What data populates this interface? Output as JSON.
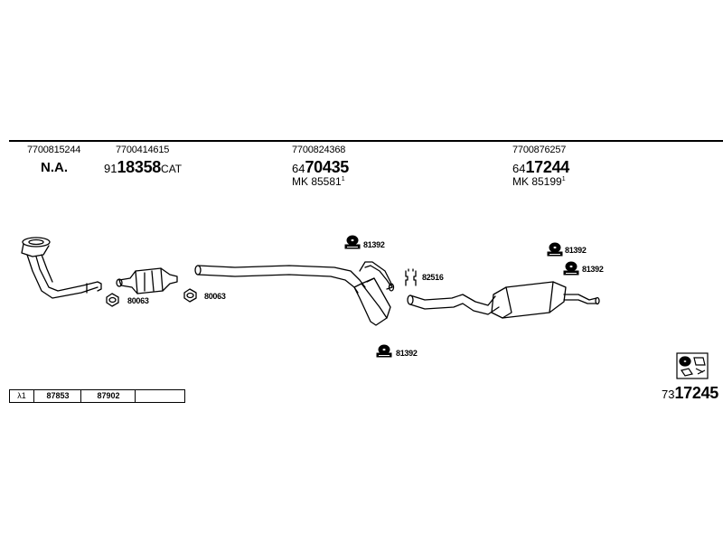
{
  "parts": {
    "downpipe_number": "7700815244",
    "downpipe_status": "N.A.",
    "catalyst_number": "7700414615",
    "catalyst_prefix": "91",
    "catalyst_main": "18358",
    "catalyst_suffix": "CAT",
    "middle_number": "7700824368",
    "middle_prefix": "64",
    "middle_main": "70435",
    "middle_mk": "MK 85581",
    "middle_mk_sup": "1",
    "rear_number": "7700876257",
    "rear_prefix": "64",
    "rear_main": "17244",
    "rear_mk": "MK 85199",
    "rear_mk_sup": "1"
  },
  "fittings": {
    "gasket_1": "80063",
    "gasket_2": "80063",
    "hanger_mid_top": "81392",
    "clamp_mid": "82516",
    "hanger_mid_bottom": "81392",
    "hanger_rear_1": "81392",
    "hanger_rear_2": "81392"
  },
  "table": {
    "lambda": "λ1",
    "cell_1": "87853",
    "cell_2": "87902"
  },
  "set_number": {
    "prefix": "73",
    "main": "17245"
  },
  "icons": [
    "kit-icon"
  ]
}
